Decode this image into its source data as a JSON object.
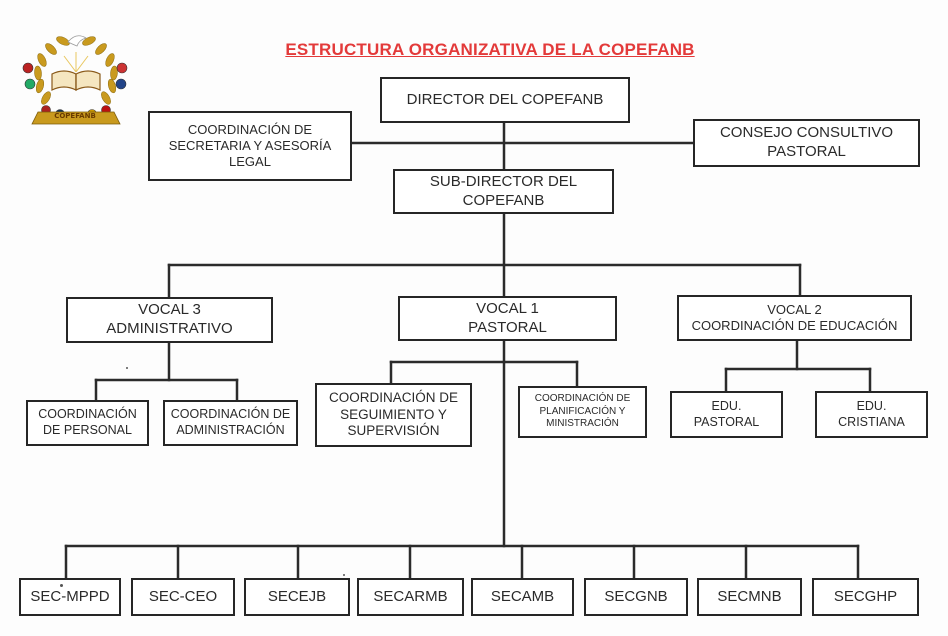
{
  "title": "ESTRUCTURA ORGANIZATIVA DE LA COPEFANB",
  "logo": {
    "text": "COPEFANB",
    "icon": "copefanb-emblem-icon"
  },
  "colors": {
    "title": "#e33a3a",
    "border": "#262626",
    "line": "#2b2b2b",
    "laurel": "#c99a1e"
  },
  "nodes": {
    "director": "DIRECTOR DEL COPEFANB",
    "coord_secretaria": "COORDINACIÓN DE\nSECRETARIA Y ASESORÍA\nLEGAL",
    "consejo": "CONSEJO CONSULTIVO\nPASTORAL",
    "subdirector": "SUB-DIRECTOR DEL\nCOPEFANB",
    "vocal3": "VOCAL 3\nADMINISTRATIVO",
    "vocal1": "VOCAL 1\nPASTORAL",
    "vocal2": "VOCAL 2\nCOORDINACIÓN DE EDUCACIÓN",
    "coord_personal": "COORDINACIÓN\nDE PERSONAL",
    "coord_administracion": "COORDINACIÓN DE\nADMINISTRACIÓN",
    "coord_seguimiento": "COORDINACIÓN DE\nSEGUIMIENTO Y\nSUPERVISIÓN",
    "coord_planificacion": "COORDINACIÓN DE\nPLANIFICACIÓN Y\nMINISTRACIÓN",
    "edu_pastoral": "EDU.\nPASTORAL",
    "edu_cristiana": "EDU.\nCRISTIANA"
  },
  "sections": [
    {
      "id": "sec1",
      "label": "SEC-MPPD"
    },
    {
      "id": "sec2",
      "label": "SEC-CEO"
    },
    {
      "id": "sec3",
      "label": "SECEJB"
    },
    {
      "id": "sec4",
      "label": "SECARMB"
    },
    {
      "id": "sec5",
      "label": "SECAMB"
    },
    {
      "id": "sec6",
      "label": "SECGNB"
    },
    {
      "id": "sec7",
      "label": "SECMNB"
    },
    {
      "id": "sec8",
      "label": "SECGHP"
    }
  ]
}
